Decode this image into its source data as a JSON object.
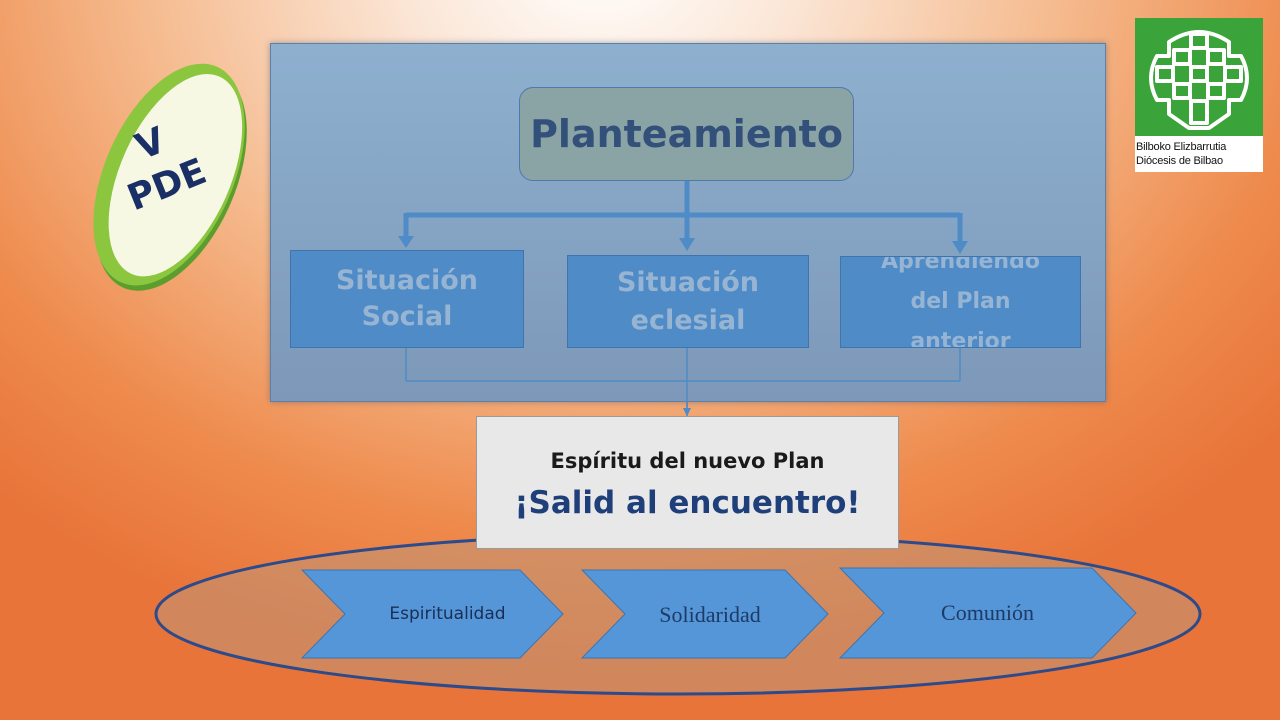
{
  "badge": {
    "line1": "V",
    "line2": "PDE"
  },
  "main_box": {
    "title": "Planteamiento"
  },
  "sub_boxes": [
    {
      "lines": [
        "Situación",
        "Social"
      ]
    },
    {
      "lines": [
        "Situación",
        "eclesial"
      ]
    },
    {
      "lines": [
        "Aprendiendo",
        "del Plan",
        "anterior"
      ]
    }
  ],
  "spirit_box": {
    "subtitle": "Espíritu del nuevo Plan",
    "slogan": "¡Salid al encuentro!"
  },
  "steps": [
    {
      "label": "Espiritualidad"
    },
    {
      "label": "Solidaridad"
    },
    {
      "label": "Comunión"
    }
  ],
  "logo": {
    "line1": "Bilboko Elizbarrutia",
    "line2": "Diócesis de Bilbao"
  },
  "colors": {
    "accent_blue": "#4f8bc7",
    "logo_green": "#3aa33a",
    "badge_green": "#8cc63f",
    "navy_text": "#1f3f7a"
  }
}
